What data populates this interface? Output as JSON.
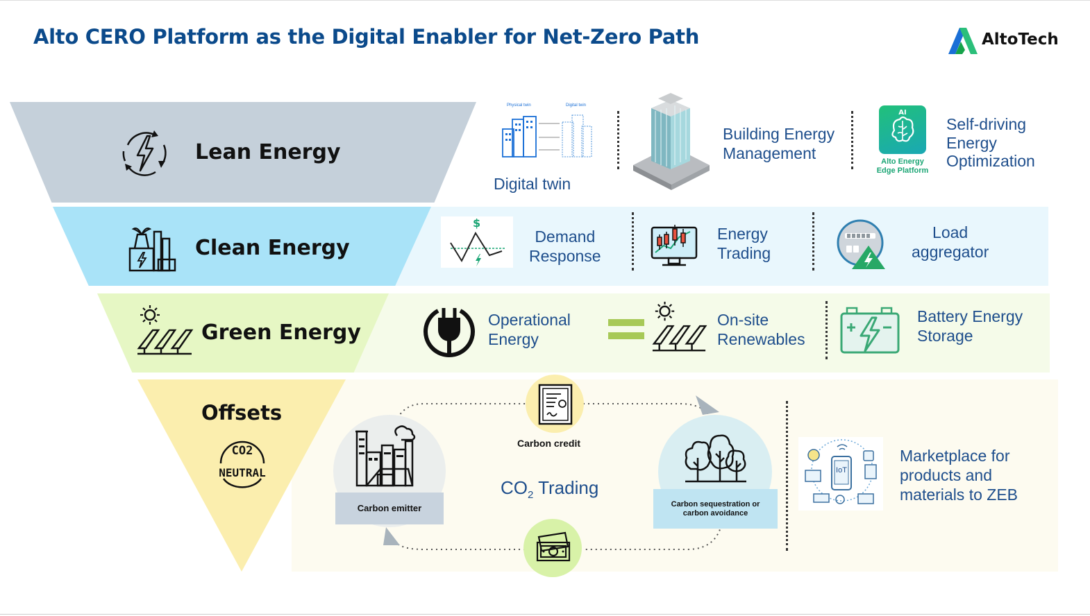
{
  "title": "Alto CERO Platform as the Digital Enabler for Net-Zero Path",
  "logo": {
    "text": "AltoTech"
  },
  "colors": {
    "title": "#0b4a8b",
    "lean": "#c5d0da",
    "clean": "#a9e3f8",
    "green": "#e6f7c4",
    "offsets": "#fbeeae",
    "text_blue": "#1e4e8c"
  },
  "levels": [
    {
      "label": "Lean Energy",
      "icon": "cycle-bolt-icon"
    },
    {
      "label": "Clean Energy",
      "icon": "power-plant-icon"
    },
    {
      "label": "Green Energy",
      "icon": "solar-panels-icon"
    },
    {
      "label": "Offsets",
      "icon": "co2-neutral-icon",
      "badge_top": "CO2",
      "badge_bottom": "NEUTRAL"
    }
  ],
  "lean": {
    "twin_physical": "Physical twin",
    "twin_digital": "Digital twin",
    "digital_twin": "Digital twin",
    "bem": "Building Energy\nManagement",
    "edge_ai": "AI",
    "edge_label": "Alto Energy\nEdge Platform",
    "self_driving": "Self-driving\nEnergy\nOptimization"
  },
  "clean": {
    "dr_symbol": "$",
    "demand_response": "Demand\nResponse",
    "energy_trading": "Energy\nTrading",
    "load_aggregator": "Load\naggregator"
  },
  "green": {
    "operational": "Operational\nEnergy",
    "onsite": "On-site\nRenewables",
    "battery": "Battery Energy\nStorage"
  },
  "offsets": {
    "carbon_emitter": "Carbon emitter",
    "carbon_credit": "Carbon credit",
    "co2_trading_pre": "CO",
    "co2_trading_sub": "2",
    "co2_trading_post": " Trading",
    "sequestration": "Carbon sequestration or\ncarbon avoidance",
    "iot": "IoT",
    "marketplace": "Marketplace for\nproducts and\nmaterials to ZEB"
  }
}
